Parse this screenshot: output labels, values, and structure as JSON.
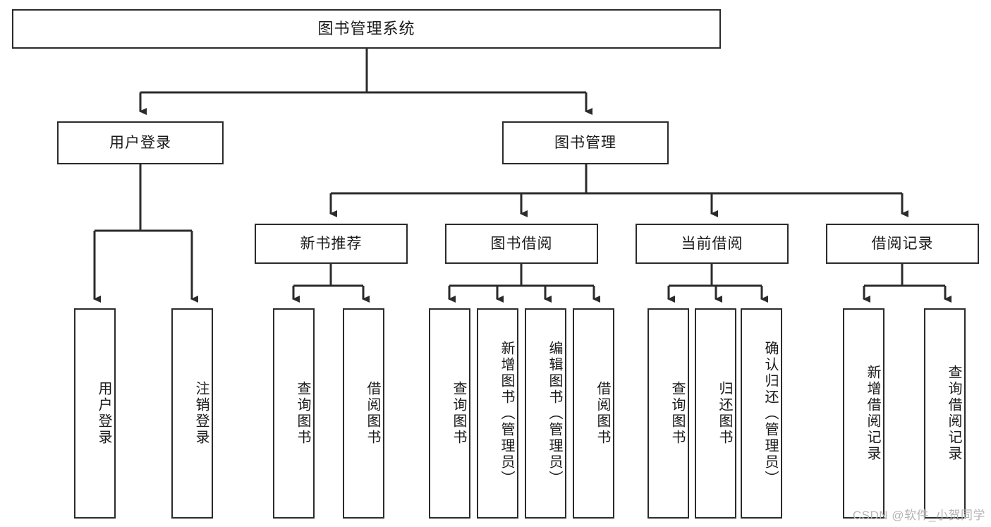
{
  "diagram": {
    "title": "图书管理系统",
    "type": "tree",
    "theme": {
      "stroke": "#2b2b2b",
      "fill": "#ffffff",
      "text": "#1a1a1a",
      "watermark_color": "#b4b4b4"
    },
    "levels": {
      "root": {
        "label": "图书管理系统"
      },
      "level2": [
        {
          "label": "用户登录"
        },
        {
          "label": "图书管理"
        }
      ],
      "level3": [
        {
          "label": "新书推荐"
        },
        {
          "label": "图书借阅"
        },
        {
          "label": "当前借阅"
        },
        {
          "label": "借阅记录"
        }
      ],
      "leaves": [
        {
          "label": "用户登录",
          "parent": "用户登录"
        },
        {
          "label": "注销登录",
          "parent": "用户登录"
        },
        {
          "label": "查询图书",
          "parent": "新书推荐"
        },
        {
          "label": "借阅图书",
          "parent": "新书推荐"
        },
        {
          "label": "查询图书",
          "parent": "图书借阅"
        },
        {
          "label": "新增图书（管理员）",
          "parent": "图书借阅"
        },
        {
          "label": "编辑图书（管理员）",
          "parent": "图书借阅"
        },
        {
          "label": "借阅图书",
          "parent": "图书借阅"
        },
        {
          "label": "查询图书",
          "parent": "当前借阅"
        },
        {
          "label": "归还图书",
          "parent": "当前借阅"
        },
        {
          "label": "确认归还（管理员）",
          "parent": "当前借阅"
        },
        {
          "label": "新增借阅记录",
          "parent": "借阅记录"
        },
        {
          "label": "查询借阅记录",
          "parent": "借阅记录"
        }
      ]
    },
    "watermark": "CSDN @软件_小贺同学"
  }
}
